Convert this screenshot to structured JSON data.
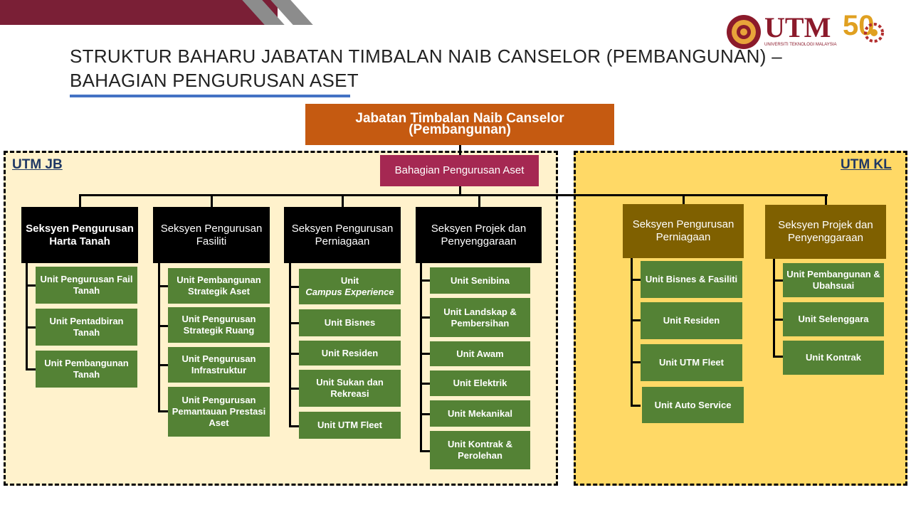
{
  "title": {
    "line1": "STRUKTUR BAHARU JABATAN TIMBALAN NAIB CANSELOR (PEMBANGUNAN) –",
    "line2": "BAHAGIAN PENGURUSAN ASET"
  },
  "logos": {
    "utm_text": "UTM",
    "utm_sub": "UNIVERSITI TEKNOLOGI MALAYSIA",
    "anniversary_text": "50"
  },
  "colors": {
    "top_bar": "#7a1f36",
    "top_box": "#c55a11",
    "bahagian_box": "#a52852",
    "unit_box": "#548235",
    "kl_section_box": "#7f6000",
    "jb_region": "#fff2cc",
    "kl_region": "#ffd966"
  },
  "org": {
    "top": "Jabatan Timbalan Naib Canselor (Pembangunan)",
    "bahagian": "Bahagian Pengurusan Aset",
    "jb": {
      "label": "UTM JB",
      "sections": [
        {
          "name": "Seksyen Pengurusan Harta Tanah",
          "units": [
            "Unit Pengurusan Fail Tanah",
            "Unit Pentadbiran Tanah",
            "Unit Pembangunan Tanah"
          ]
        },
        {
          "name": "Seksyen Pengurusan Fasiliti",
          "units": [
            "Unit Pembangunan Strategik Aset",
            "Unit Pengurusan Strategik Ruang",
            "Unit Pengurusan Infrastruktur",
            "Unit Pengurusan Pemantauan Prestasi Aset"
          ]
        },
        {
          "name": "Seksyen Pengurusan Perniagaan",
          "units": [
            "Unit",
            "Campus Experience",
            "Unit Bisnes",
            "Unit Residen",
            "Unit Sukan dan Rekreasi",
            "Unit UTM Fleet"
          ]
        },
        {
          "name": "Seksyen Projek dan Penyenggaraan",
          "units": [
            "Unit Senibina",
            "Unit Landskap & Pembersihan",
            "Unit Awam",
            "Unit Elektrik",
            "Unit Mekanikal",
            "Unit Kontrak & Perolehan"
          ]
        }
      ]
    },
    "kl": {
      "label": "UTM KL",
      "sections": [
        {
          "name": "Seksyen Pengurusan Perniagaan",
          "units": [
            "Unit Bisnes & Fasiliti",
            "Unit Residen",
            "Unit UTM Fleet",
            "Unit Auto Service"
          ]
        },
        {
          "name": "Seksyen Projek dan Penyenggaraan",
          "units": [
            "Unit Pembangunan & Ubahsuai",
            "Unit Selenggara",
            "Unit Kontrak"
          ]
        }
      ]
    }
  }
}
